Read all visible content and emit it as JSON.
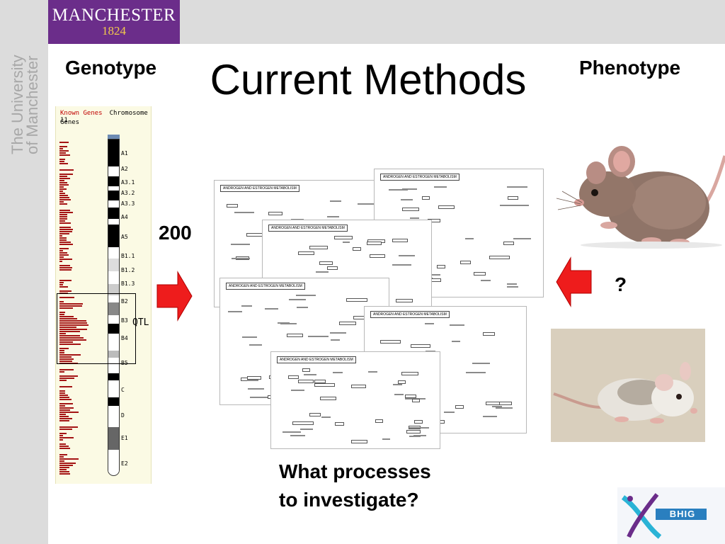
{
  "logo": {
    "name": "MANCHESTER",
    "year": "1824"
  },
  "university_text": {
    "line1": "The University",
    "line2": "of Manchester"
  },
  "title": "Current Methods",
  "labels": {
    "genotype": "Genotype",
    "phenotype": "Phenotype",
    "count": "200",
    "question_mark": "?"
  },
  "question": {
    "line1": "What processes",
    "line2": "to investigate?"
  },
  "genome_map": {
    "header_left": "Known Genes",
    "header_right": "Chromosome 11",
    "subheader": "Genes",
    "qtl_label": "QTL",
    "bands": [
      "A1",
      "A2",
      "A3.1",
      "A3.2",
      "A3.3",
      "A4",
      "A5",
      "B1.1",
      "B1.2",
      "B1.3",
      "B2",
      "B3",
      "B4",
      "B5",
      "C",
      "D",
      "E1",
      "E2"
    ]
  },
  "pathway_title": "ANDROGEN AND ESTROGEN METABOLISM",
  "bhig_logo": "BHIG",
  "colors": {
    "arrow": "#ee1c1c",
    "purple": "#6b2d8a",
    "gene_bar": "#a41414"
  }
}
